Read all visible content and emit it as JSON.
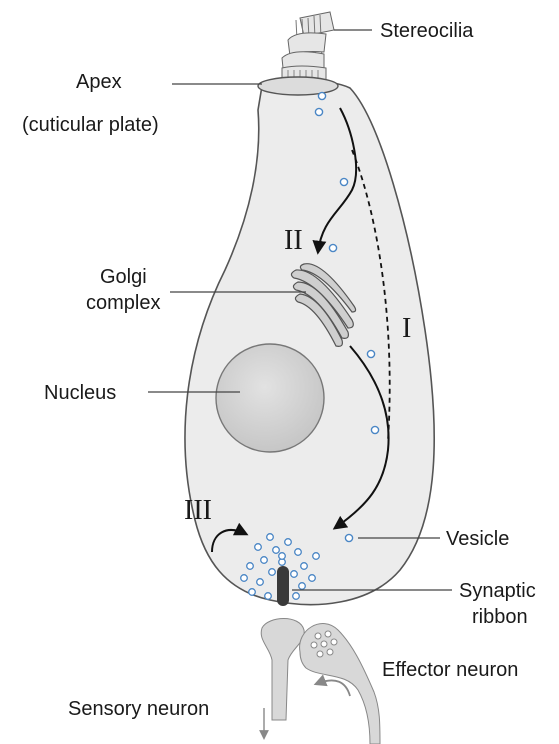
{
  "labels": {
    "stereocilia": "Stereocilia",
    "apex_line1": "Apex",
    "apex_line2": "(cuticular plate)",
    "golgi_line1": "Golgi",
    "golgi_line2": "complex",
    "nucleus": "Nucleus",
    "vesicle": "Vesicle",
    "ribbon_line1": "Synaptic",
    "ribbon_line2": "ribbon",
    "effector": "Effector neuron",
    "sensory": "Sensory neuron"
  },
  "pathways": {
    "one": "I",
    "two": "II",
    "three": "III"
  },
  "colors": {
    "cell_fill": "#ececec",
    "cell_stroke": "#555555",
    "vesicle_stroke": "#4a86c5",
    "organelle_fill": "#cfcfcf",
    "ribbon_fill": "#3a3a3a"
  }
}
